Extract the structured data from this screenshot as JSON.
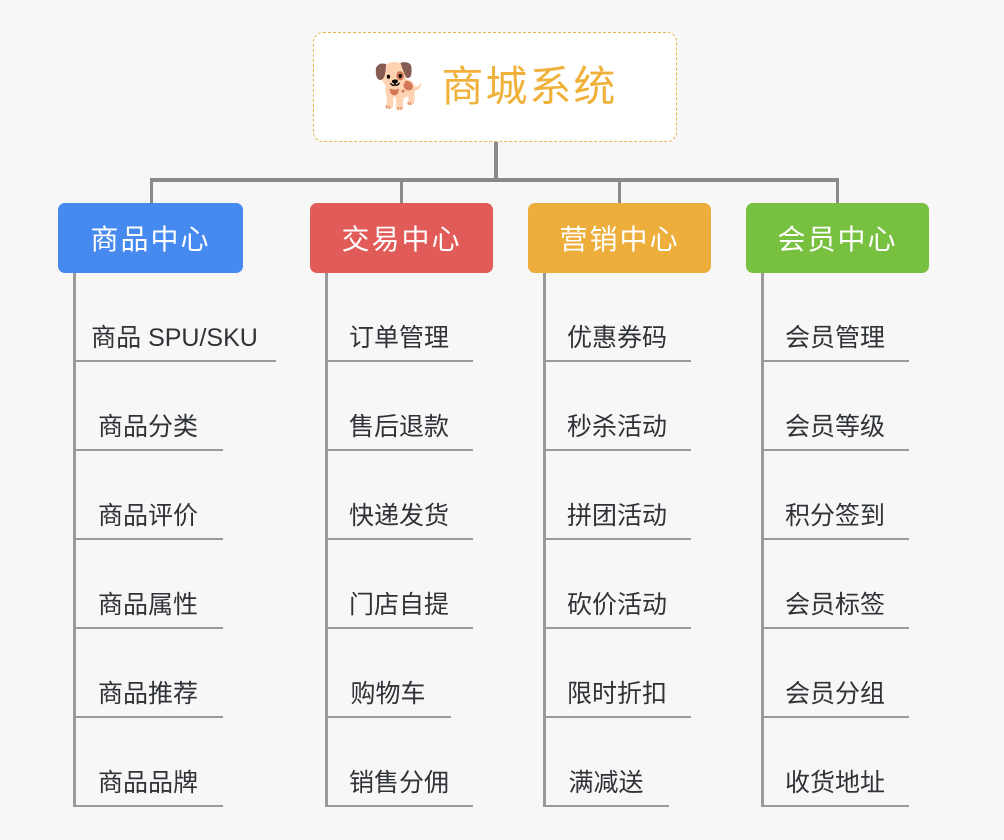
{
  "diagram": {
    "type": "org-chart",
    "root": {
      "icon": "shiba-dog-face-icon",
      "emoji": "🐕",
      "title": "商城系统",
      "border_color": "#e8b44c",
      "text_color": "#efb13a",
      "background": "#ffffff"
    },
    "background_color": "#f7f7f7",
    "connector_color": "#8a8a8a",
    "columns": [
      {
        "label": "商品中心",
        "color": "#4689ef",
        "items": [
          "商品 SPU/SKU",
          "商品分类",
          "商品评价",
          "商品属性",
          "商品推荐",
          "商品品牌"
        ]
      },
      {
        "label": "交易中心",
        "color": "#e15b58",
        "items": [
          "订单管理",
          "售后退款",
          "快递发货",
          "门店自提",
          "购物车",
          "销售分佣"
        ]
      },
      {
        "label": "营销中心",
        "color": "#edae3c",
        "items": [
          "优惠券码",
          "秒杀活动",
          "拼团活动",
          "砍价活动",
          "限时折扣",
          "满减送"
        ]
      },
      {
        "label": "会员中心",
        "color": "#78c040",
        "items": [
          "会员管理",
          "会员等级",
          "积分签到",
          "会员标签",
          "会员分组",
          "收货地址"
        ]
      }
    ]
  }
}
